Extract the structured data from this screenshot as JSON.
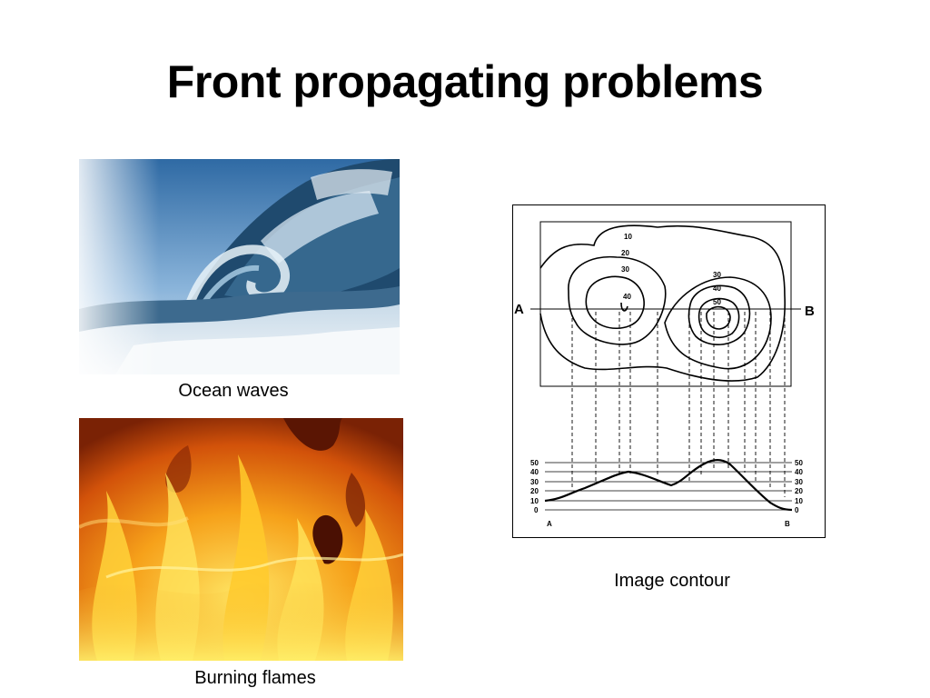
{
  "slide": {
    "title": "Front propagating problems"
  },
  "figures": {
    "ocean": {
      "caption": "Ocean waves",
      "icon": "ocean-wave-photo"
    },
    "flames": {
      "caption": "Burning flames",
      "icon": "fire-photo"
    },
    "contour": {
      "caption": "Image contour",
      "icon": "topographic-contour-diagram",
      "map_labels": [
        "A",
        "B"
      ],
      "contour_levels": [
        "10",
        "20",
        "30",
        "40",
        "50",
        "30",
        "40",
        "50"
      ],
      "profile_ticks": [
        "50",
        "40",
        "30",
        "20",
        "10",
        "0"
      ],
      "profile_endpoints": [
        "A",
        "B"
      ]
    }
  },
  "colors": {
    "background": "#ffffff",
    "text": "#000000",
    "ocean_sky": "#5a8fc4",
    "ocean_water": "#1f4a6e",
    "flame_core": "#ffe24a",
    "flame_outer": "#e25a06"
  }
}
